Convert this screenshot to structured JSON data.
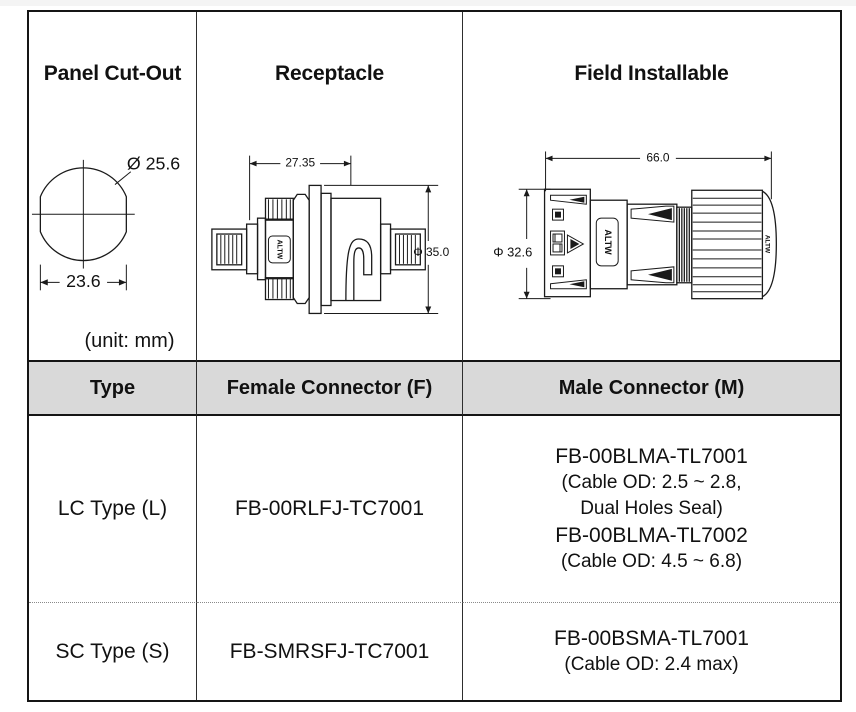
{
  "colors": {
    "header_bg": "#d9d9d9",
    "line": "#1a1a1a",
    "border": "#151515",
    "dotted_divider": "#8a8a8a"
  },
  "drawings": {
    "panel_cutout": {
      "title": "Panel Cut-Out",
      "diameter": "Ø 25.6",
      "across_flats": "23.6",
      "unit_note": "(unit: mm)"
    },
    "receptacle": {
      "title": "Receptacle",
      "length": "27.35",
      "diameter": "Φ 35.0",
      "brand": "ALTW"
    },
    "field_installable": {
      "title": "Field Installable",
      "length": "66.0",
      "diameter": "Φ 32.6",
      "brand": "ALTW",
      "brand_small": "ALTW"
    }
  },
  "spec_table": {
    "headers": {
      "type": "Type",
      "female": "Female Connector (F)",
      "male": "Male Connector (M)"
    },
    "rows": [
      {
        "type": "LC Type (L)",
        "female": "FB-00RLFJ-TC7001",
        "male_line1": "FB-00BLMA-TL7001",
        "male_line2": "(Cable OD: 2.5 ~ 2.8,",
        "male_line3": "Dual Holes Seal)",
        "male_line4": "FB-00BLMA-TL7002",
        "male_line5": "(Cable OD: 4.5 ~ 6.8)"
      },
      {
        "type": "SC Type (S)",
        "female": "FB-SMRSFJ-TC7001",
        "male_line1": "FB-00BSMA-TL7001",
        "male_line2": "(Cable OD: 2.4 max)"
      }
    ]
  }
}
